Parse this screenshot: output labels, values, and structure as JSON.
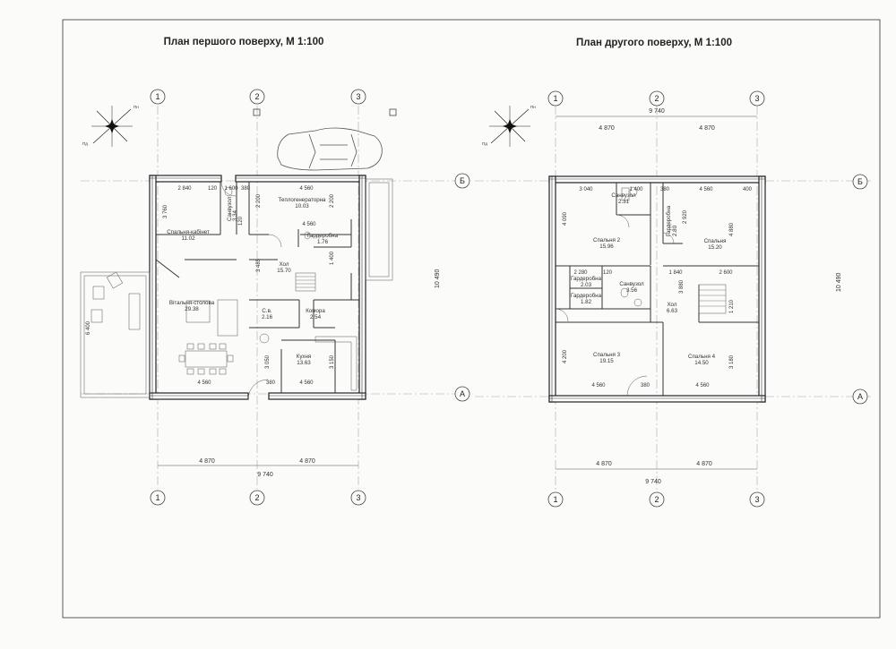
{
  "titles": {
    "first": "План першого поверху, М 1:100",
    "second": "План другого поверху, М 1:100"
  },
  "axes": {
    "a1": "1",
    "a2": "2",
    "a3": "3",
    "rowA": "А",
    "rowB": "Б"
  },
  "compass": {
    "n": "Пн",
    "s": "Пд"
  },
  "overall": {
    "total_width": "9 740",
    "bay": "4 870",
    "height": "10 490"
  },
  "floor1": {
    "rooms": [
      {
        "name": "Спальня-кабінет",
        "area": "11.02"
      },
      {
        "name": "Санвузол",
        "area": "3.34"
      },
      {
        "name": "Теплогенераторна",
        "area": "10.03"
      },
      {
        "name": "Гардеробна",
        "area": "1.76"
      },
      {
        "name": "Хол",
        "area": "15.70"
      },
      {
        "name": "Вітальня-столова",
        "area": "29.38"
      },
      {
        "name": "С.в.",
        "area": "2.16"
      },
      {
        "name": "Комора",
        "area": "2.54"
      },
      {
        "name": "Кухня",
        "area": "13.63"
      }
    ],
    "dims": [
      "2 840",
      "120",
      "1 600",
      "380",
      "4 560",
      "3 760",
      "2 200",
      "2 200",
      "4 560",
      "120",
      "3 485",
      "1 400",
      "3 050",
      "3 150",
      "4 560",
      "380",
      "4 560",
      "6 400"
    ]
  },
  "floor2": {
    "rooms": [
      {
        "name": "Санвузол",
        "area": "2.31"
      },
      {
        "name": "Спальня 2",
        "area": "15.96"
      },
      {
        "name": "Гардеробна",
        "area": "2.80"
      },
      {
        "name": "Спальня",
        "area": "15.20"
      },
      {
        "name": "Гардеробна",
        "area": "2.03"
      },
      {
        "name": "Гардеробна",
        "area": "1.82"
      },
      {
        "name": "Санвузол",
        "area": "3.56"
      },
      {
        "name": "Хол",
        "area": "6.63"
      },
      {
        "name": "Спальня 3",
        "area": "19.15"
      },
      {
        "name": "Спальня 4",
        "area": "14.50"
      }
    ],
    "dims": [
      "3 040",
      "1 400",
      "380",
      "4 560",
      "400",
      "4 090",
      "4 880",
      "2 920",
      "2 280",
      "120",
      "1 840",
      "2 600",
      "3 880",
      "4 200",
      "3 180",
      "4 560",
      "380",
      "4 560",
      "1 210"
    ]
  }
}
